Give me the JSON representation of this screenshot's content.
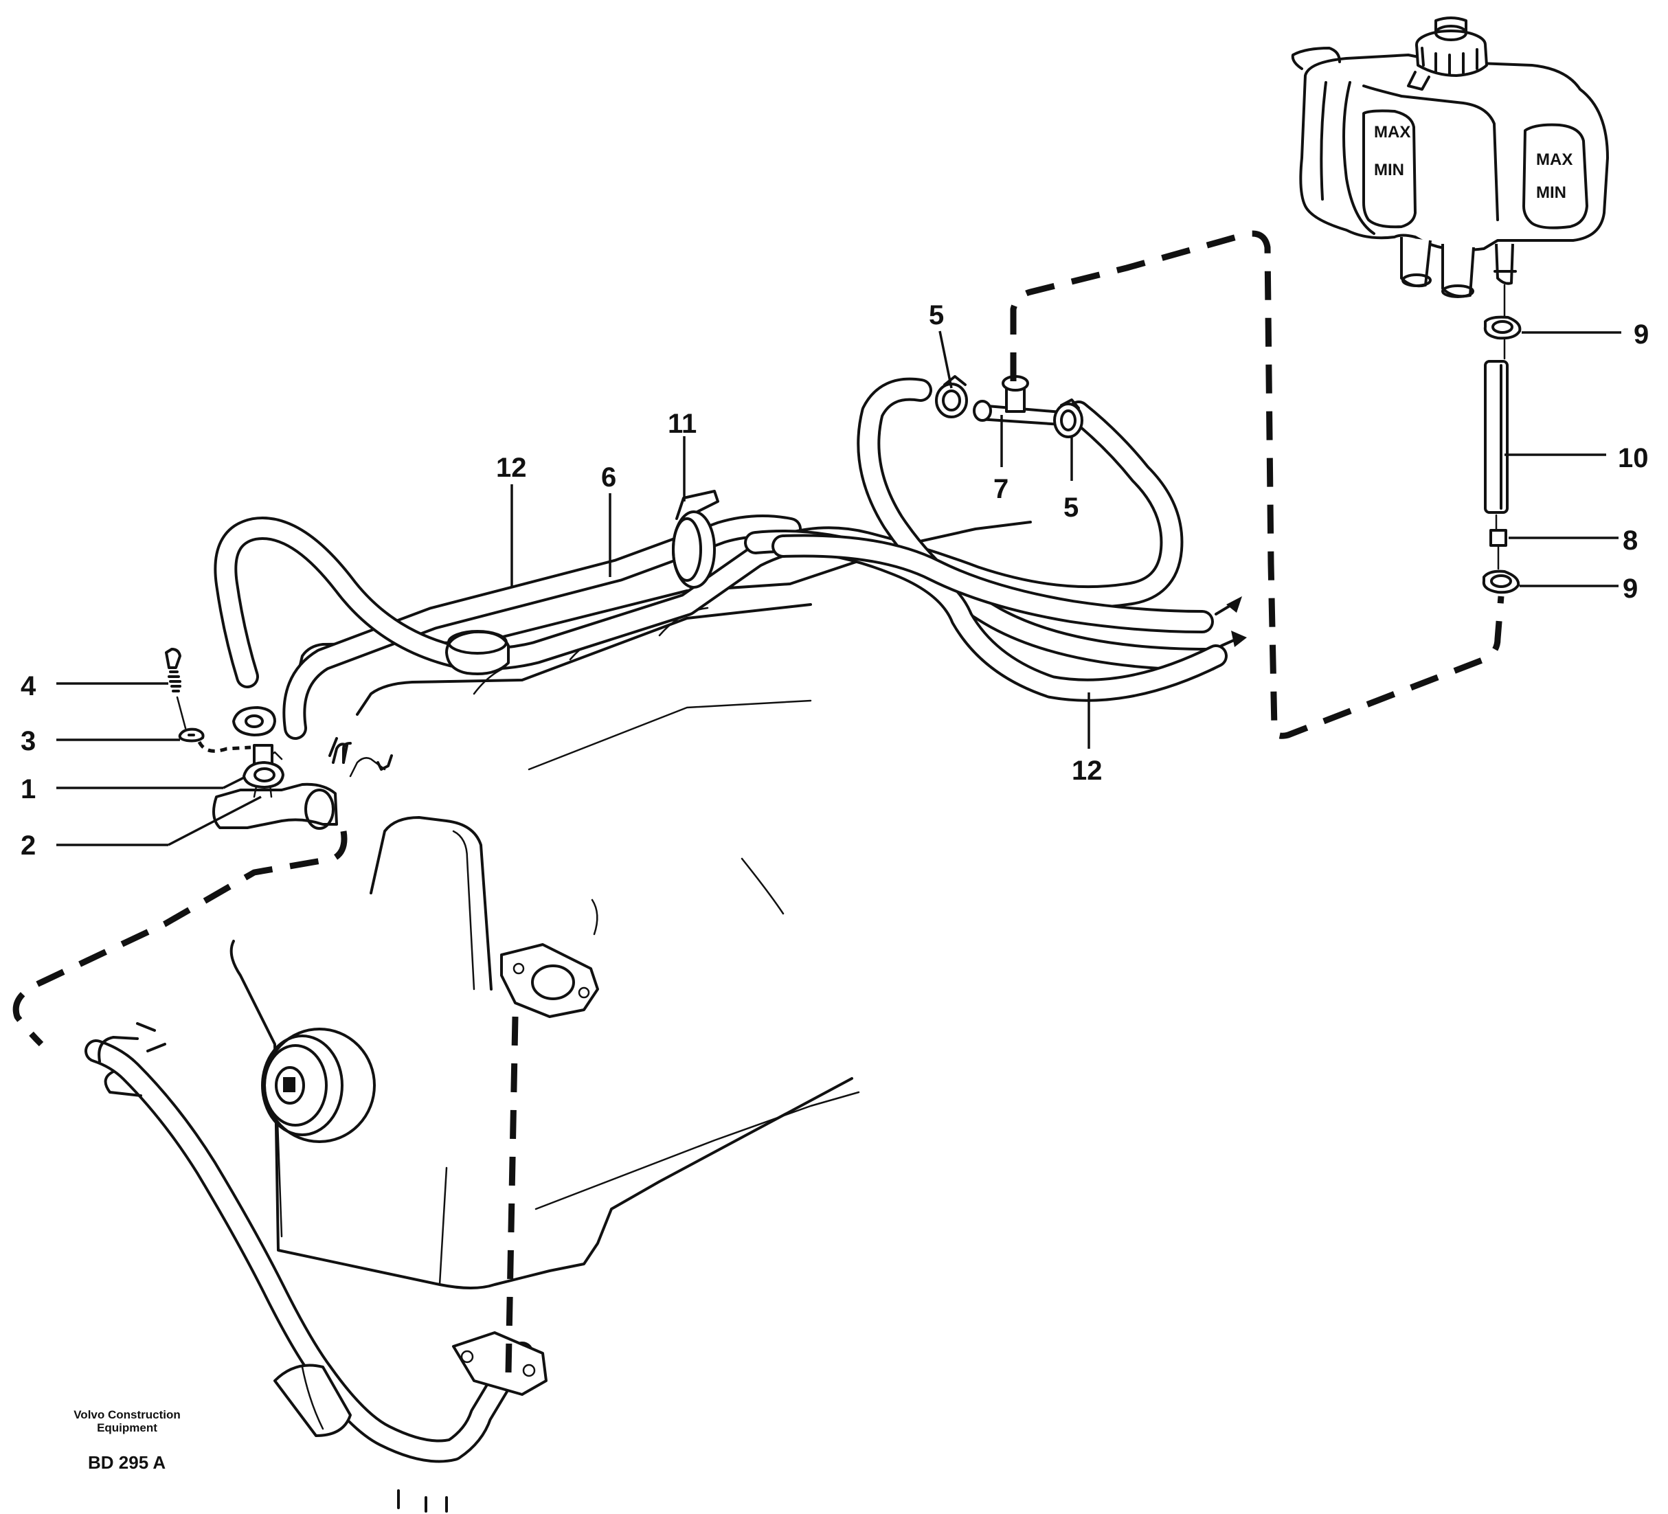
{
  "credit": {
    "line1": "Volvo Construction",
    "line2": "Equipment"
  },
  "reference": "BD 295 A",
  "tank_labels": {
    "max": "MAX",
    "min": "MIN"
  },
  "callouts": {
    "c1": "1",
    "c2": "2",
    "c3": "3",
    "c4": "4",
    "c5a": "5",
    "c5b": "5",
    "c6": "6",
    "c7": "7",
    "c8": "8",
    "c9a": "9",
    "c9b": "9",
    "c10": "10",
    "c11": "11",
    "c12a": "12",
    "c12b": "12"
  }
}
